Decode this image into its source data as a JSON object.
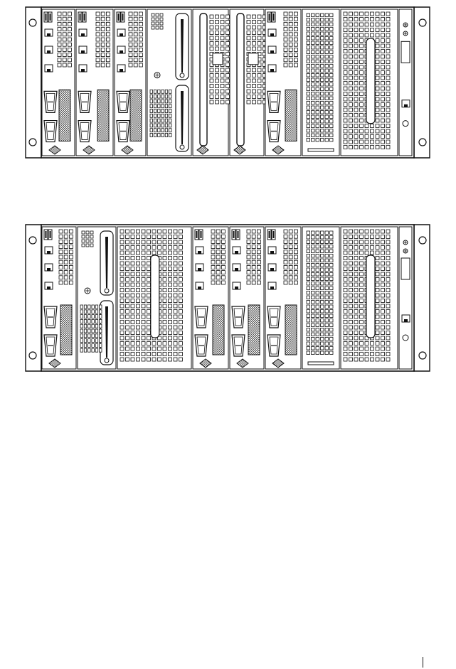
{
  "document": {
    "figure_count": 2
  },
  "figures": [
    {
      "id": "chassis-top",
      "modules": [
        {
          "kind": "blade-io",
          "name": "half-width-blade-1"
        },
        {
          "kind": "blade-io",
          "name": "half-width-blade-2"
        },
        {
          "kind": "blade-io",
          "name": "half-width-blade-3"
        },
        {
          "kind": "handles",
          "name": "hot-swap-handle-pair"
        },
        {
          "kind": "blade-handles",
          "name": "double-handle-blade-1"
        },
        {
          "kind": "blade-handles",
          "name": "double-handle-blade-2"
        },
        {
          "kind": "blade-io",
          "name": "half-width-blade-4"
        },
        {
          "kind": "grille",
          "name": "vent-module"
        },
        {
          "kind": "grille-wide",
          "name": "wide-vent-module"
        },
        {
          "kind": "io-panel",
          "name": "management-io-panel"
        }
      ]
    },
    {
      "id": "chassis-bottom",
      "modules": [
        {
          "kind": "blade-io",
          "name": "blade-left"
        },
        {
          "kind": "handles",
          "name": "hot-swap-handle-pair"
        },
        {
          "kind": "grille-wide",
          "name": "wide-vent-module-a"
        },
        {
          "kind": "blade-io",
          "name": "half-width-blade-a"
        },
        {
          "kind": "blade-io",
          "name": "half-width-blade-b"
        },
        {
          "kind": "blade-io",
          "name": "half-width-blade-c"
        },
        {
          "kind": "grille",
          "name": "vent-module"
        },
        {
          "kind": "grille-wide",
          "name": "wide-vent-module-b"
        },
        {
          "kind": "io-panel",
          "name": "management-io-panel"
        }
      ]
    }
  ],
  "colors": {
    "line": "#111111",
    "background": "#ffffff",
    "hatch": "#555555"
  }
}
